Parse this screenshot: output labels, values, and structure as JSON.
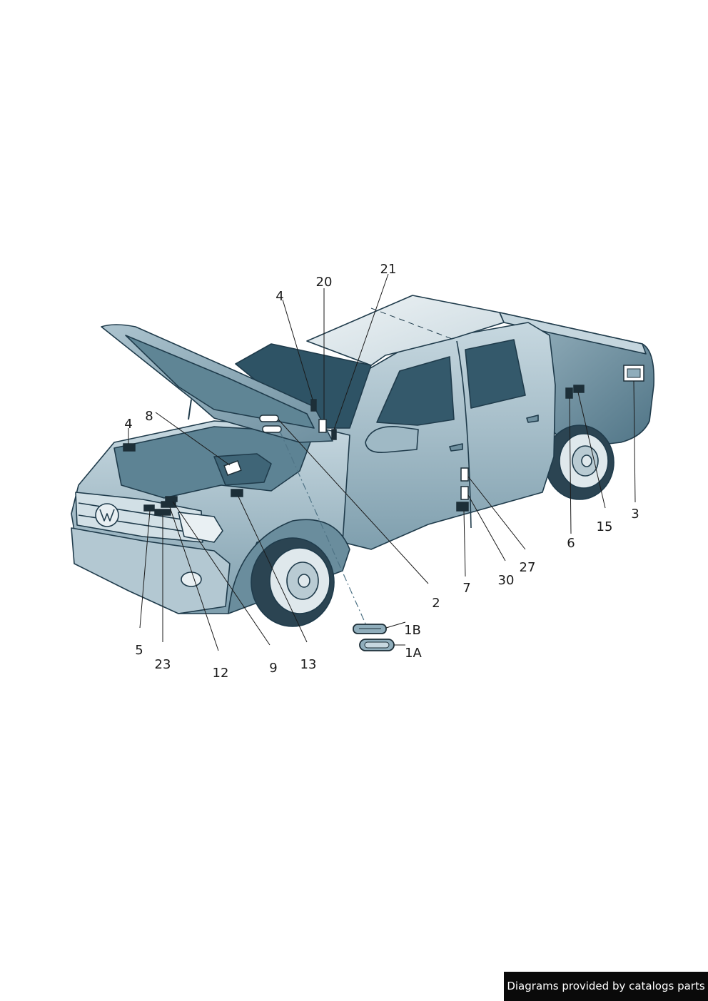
{
  "diagram": {
    "colors": {
      "body_light": "#c3d5dd",
      "body_mid": "#8fadbb",
      "body_dark": "#3f6577",
      "outline": "#1f3b4b",
      "glass": "#2e5365",
      "tire": "#2b4452",
      "label_fill": "#ffffff",
      "label_dark": "#1d2f38"
    },
    "callouts": [
      {
        "id": "c4a",
        "label": "4"
      },
      {
        "id": "c20",
        "label": "20"
      },
      {
        "id": "c21",
        "label": "21"
      },
      {
        "id": "c8",
        "label": "8"
      },
      {
        "id": "c4b",
        "label": "4"
      },
      {
        "id": "c3",
        "label": "3"
      },
      {
        "id": "c15",
        "label": "15"
      },
      {
        "id": "c6",
        "label": "6"
      },
      {
        "id": "c27",
        "label": "27"
      },
      {
        "id": "c30",
        "label": "30"
      },
      {
        "id": "c7",
        "label": "7"
      },
      {
        "id": "c2",
        "label": "2"
      },
      {
        "id": "c1b",
        "label": "1B"
      },
      {
        "id": "c1a",
        "label": "1A"
      },
      {
        "id": "c5",
        "label": "5"
      },
      {
        "id": "c23",
        "label": "23"
      },
      {
        "id": "c12",
        "label": "12"
      },
      {
        "id": "c9",
        "label": "9"
      },
      {
        "id": "c13",
        "label": "13"
      }
    ]
  },
  "footer": {
    "credit": "Diagrams provided by catalogs parts"
  }
}
